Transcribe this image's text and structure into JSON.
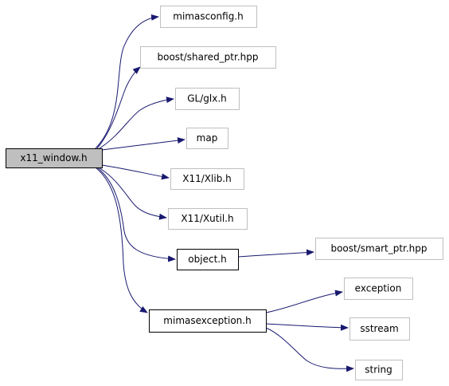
{
  "diagram": {
    "colors": {
      "edge": "#191970",
      "root_fill": "#bfbfbf",
      "root_border": "#000000",
      "box_border": "#000000",
      "plain_border": "#bfbfbf",
      "text": "#000000"
    },
    "nodes": [
      {
        "id": "x11_window",
        "label": "x11_window.h",
        "style": "root"
      },
      {
        "id": "mimasconfig",
        "label": "mimasconfig.h",
        "style": "plain"
      },
      {
        "id": "shared_ptr",
        "label": "boost/shared_ptr.hpp",
        "style": "plain"
      },
      {
        "id": "glx",
        "label": "GL/glx.h",
        "style": "plain"
      },
      {
        "id": "map",
        "label": "map",
        "style": "plain"
      },
      {
        "id": "xlib",
        "label": "X11/Xlib.h",
        "style": "plain"
      },
      {
        "id": "xutil",
        "label": "X11/Xutil.h",
        "style": "plain"
      },
      {
        "id": "object",
        "label": "object.h",
        "style": "boxed"
      },
      {
        "id": "smart_ptr",
        "label": "boost/smart_ptr.hpp",
        "style": "plain"
      },
      {
        "id": "mimasexception",
        "label": "mimasexception.h",
        "style": "boxed"
      },
      {
        "id": "exception",
        "label": "exception",
        "style": "plain"
      },
      {
        "id": "sstream",
        "label": "sstream",
        "style": "plain"
      },
      {
        "id": "string",
        "label": "string",
        "style": "plain"
      }
    ],
    "edges": [
      {
        "from": "x11_window",
        "to": "mimasconfig"
      },
      {
        "from": "x11_window",
        "to": "shared_ptr"
      },
      {
        "from": "x11_window",
        "to": "glx"
      },
      {
        "from": "x11_window",
        "to": "map"
      },
      {
        "from": "x11_window",
        "to": "xlib"
      },
      {
        "from": "x11_window",
        "to": "xutil"
      },
      {
        "from": "x11_window",
        "to": "object"
      },
      {
        "from": "x11_window",
        "to": "mimasexception"
      },
      {
        "from": "object",
        "to": "smart_ptr"
      },
      {
        "from": "mimasexception",
        "to": "exception"
      },
      {
        "from": "mimasexception",
        "to": "sstream"
      },
      {
        "from": "mimasexception",
        "to": "string"
      }
    ]
  }
}
